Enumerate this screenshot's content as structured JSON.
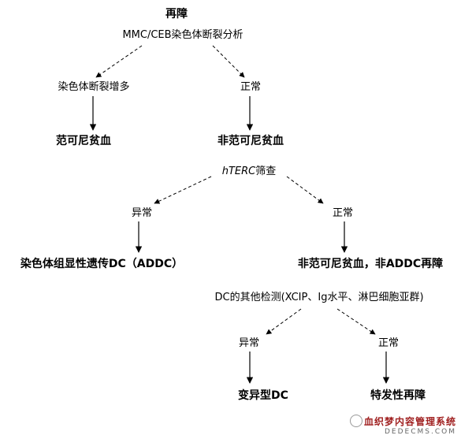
{
  "nodes": {
    "root": "再障",
    "test1": "MMC/CEB染色体断裂分析",
    "chrom_increase": "染色体断裂增多",
    "normal1": "正常",
    "fanconi": "范可尼贫血",
    "non_fanconi": "非范可尼贫血",
    "test2_italic": "hTERC",
    "test2_rest": "筛查",
    "abnormal2": "异常",
    "normal2": "正常",
    "addc": "染色体组显性遗传DC（ADDC）",
    "non_fanconi_non_addc": "非范可尼贫血，非ADDC再障",
    "test3": "DC的其他检测(XCIP、Ig水平、淋巴细胞亚群)",
    "abnormal3": "异常",
    "normal3": "正常",
    "variant_dc": "变异型DC",
    "idiopathic": "特发性再障"
  },
  "watermark": {
    "title": "血织梦内容管理系统",
    "url": "DEDECMS.COM"
  }
}
